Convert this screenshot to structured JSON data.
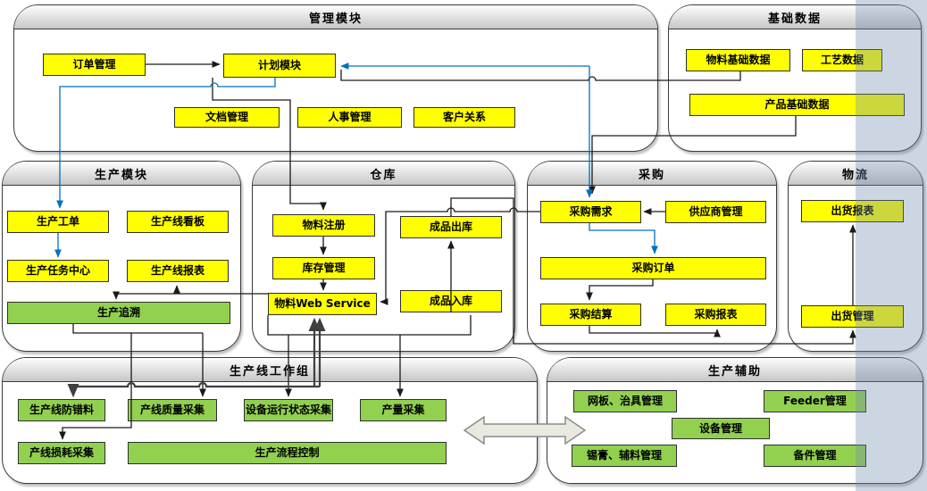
{
  "colors": {
    "node_yellow": "#ffff00",
    "node_green": "#92d050",
    "line_blue": "#0070c0",
    "line_black": "#1a1a1a",
    "side_band": "#cdd8e3"
  },
  "panels": {
    "management": {
      "title": "管理模块",
      "boxes": {
        "order": "订单管理",
        "plan": "计划模块",
        "doc": "文档管理",
        "hr": "人事管理",
        "crm": "客户关系"
      }
    },
    "base_data": {
      "title": "基础数据",
      "boxes": {
        "material_base": "物料基础数据",
        "process": "工艺数据",
        "product_base": "产品基础数据"
      }
    },
    "production": {
      "title": "生产模块",
      "boxes": {
        "work_order": "生产工单",
        "line_board": "生产线看板",
        "task_center": "生产任务中心",
        "line_report": "生产线报表",
        "trace": "生产追溯"
      }
    },
    "warehouse": {
      "title": "仓库",
      "boxes": {
        "material_reg": "物料注册",
        "inventory": "库存管理",
        "material_ws": "物料Web Service",
        "fg_out": "成品出库",
        "fg_in": "成品入库"
      }
    },
    "purchase": {
      "title": "采购",
      "boxes": {
        "demand": "采购需求",
        "supplier": "供应商管理",
        "order": "采购订单",
        "settle": "采购结算",
        "report": "采购报表"
      }
    },
    "logistics": {
      "title": "物流",
      "boxes": {
        "ship_report": "出货报表",
        "ship_mgmt": "出货管理"
      }
    },
    "line_group": {
      "title": "生产线工作组",
      "boxes": {
        "error_proof": "生产线防错料",
        "quality": "产线质量采集",
        "equip_status": "设备运行状态采集",
        "output": "产量采集",
        "loss": "产线损耗采集",
        "process_ctrl": "生产流程控制"
      }
    },
    "aux": {
      "title": "生产辅助",
      "boxes": {
        "stencil": "网板、治具管理",
        "feeder": "Feeder管理",
        "equipment": "设备管理",
        "solder": "锡膏、辅料管理",
        "spare": "备件管理"
      }
    }
  }
}
